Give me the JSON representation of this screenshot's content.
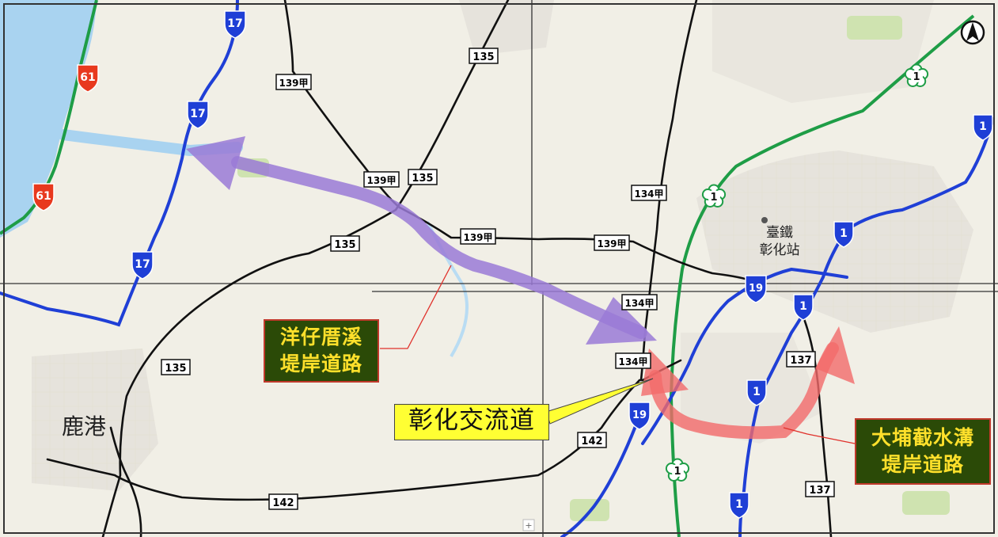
{
  "labels": {
    "yangzai_line1": "洋仔厝溪",
    "yangzai_line2": "堤岸道路",
    "dapu_line1": "大埔截水溝",
    "dapu_line2": "堤岸道路",
    "interchange": "彰化交流道",
    "station_line1": "臺鐵",
    "station_line2": "彰化站",
    "town": "鹿港"
  },
  "shields": {
    "r61": "61",
    "r17": "17",
    "r1": "1",
    "r19": "19",
    "r135": "135",
    "r139a": "139甲",
    "r134a": "134甲",
    "r142": "142",
    "r137": "137"
  },
  "colors": {
    "land": "#f1efe6",
    "sea": "#a9d3f0",
    "expressway": "#1e9d46",
    "provincial": "#1f3fd6",
    "county": "#111111",
    "arrow_purple": "#9a7ad6",
    "arrow_red": "#f26a6a",
    "label_bg": "#2b4a07",
    "label_text": "#ffe02b",
    "interchange_bg": "#ffff33"
  },
  "icons": {
    "north": "north-arrow-icon",
    "freeway": "plum-blossom-freeway-shield"
  }
}
